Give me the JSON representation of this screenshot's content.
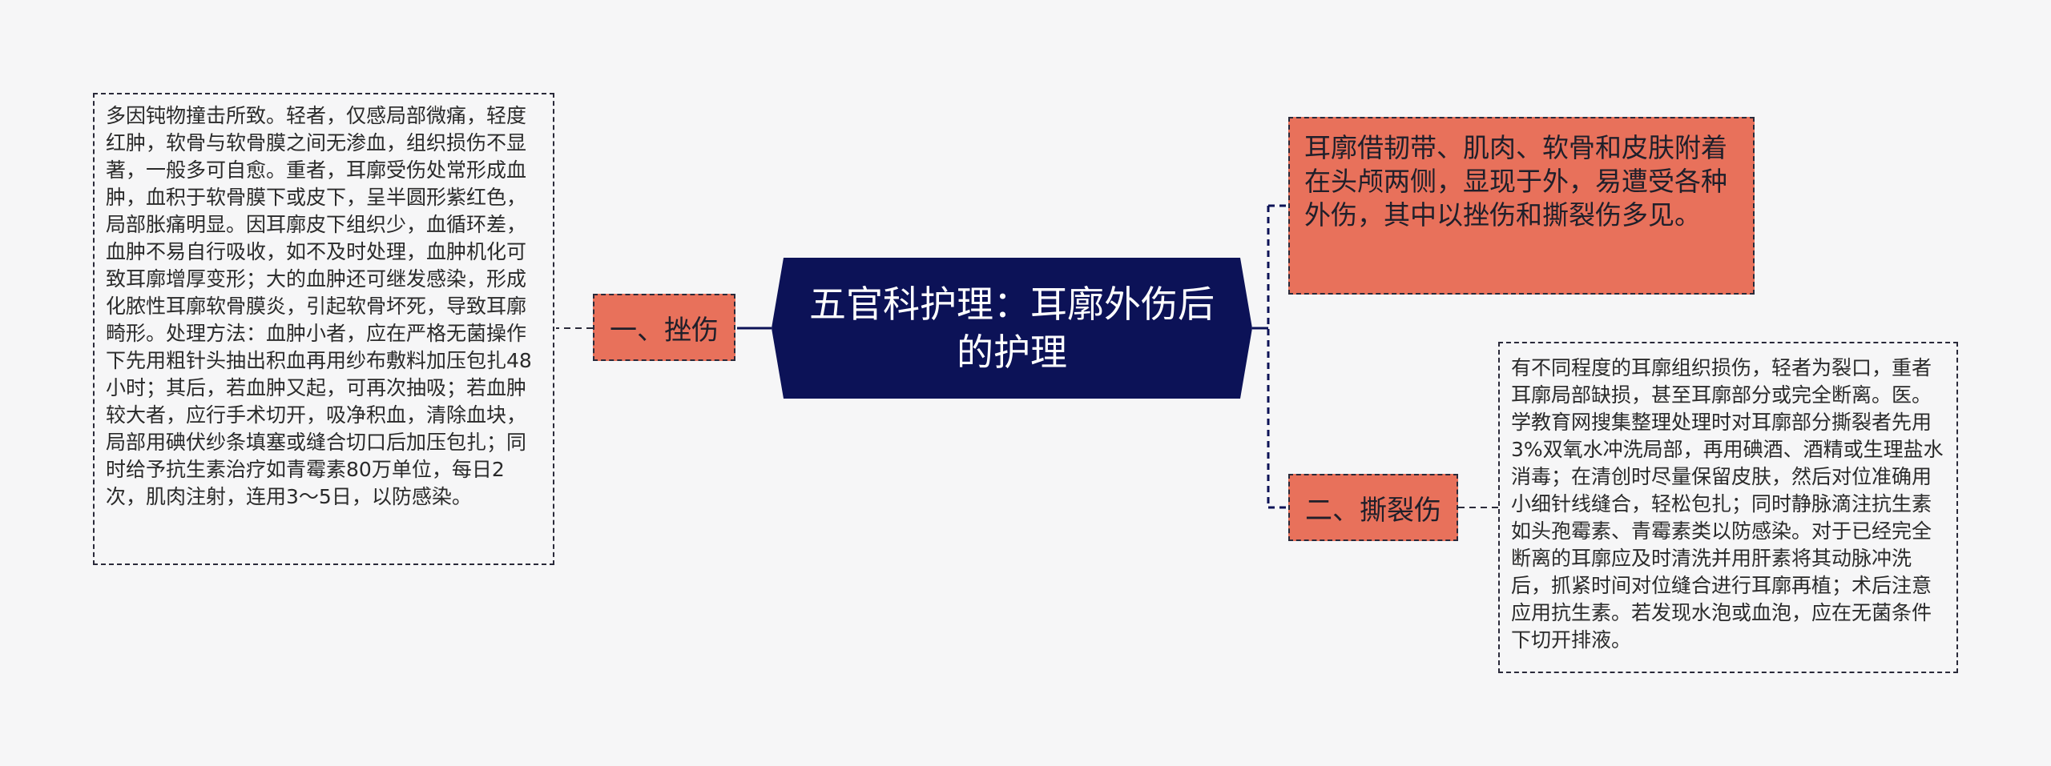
{
  "mindmap": {
    "root": {
      "title": "五官科护理：耳廓外伤后的护理",
      "color": "#0c1257"
    },
    "branches": [
      {
        "label": "一、挫伤",
        "detail": "多因钝物撞击所致。轻者，仅感局部微痛，轻度红肿，软骨与软骨膜之间无渗血，组织损伤不显著，一般多可自愈。重者，耳廓受伤处常形成血肿，血积于软骨膜下或皮下，呈半圆形紫红色，局部胀痛明显。因耳廓皮下组织少，血循环差，血肿不易自行吸收，如不及时处理，血肿机化可致耳廓增厚变形；大的血肿还可继发感染，形成化脓性耳廓软骨膜炎，引起软骨坏死，导致耳廓畸形。处理方法：血肿小者，应在严格无菌操作下先用粗针头抽出积血再用纱布敷料加压包扎48小时；其后，若血肿又起，可再次抽吸；若血肿较大者，应行手术切开，吸净积血，清除血块，局部用碘伏纱条填塞或缝合切口后加压包扎；同时给予抗生素治疗如青霉素80万单位，每日2次，肌肉注射，连用3～5日，以防感染。"
      },
      {
        "label": "二、撕裂伤",
        "detail": "有不同程度的耳廓组织损伤，轻者为裂口，重者耳廓局部缺损，甚至耳廓部分或完全断离。医。学教育网搜集整理处理时对耳廓部分撕裂者先用3%双氧水冲洗局部，再用碘酒、酒精或生理盐水消毒；在清创时尽量保留皮肤，然后对位准确用小细针线缝合，轻松包扎；同时静脉滴注抗生素如头孢霉素、青霉素类以防感染。对于已经完全断离的耳廓应及时清洗并用肝素将其动脉冲洗后，抓紧时间对位缝合进行耳廓再植；术后注意应用抗生素。若发现水泡或血泡，应在无菌条件下切开排液。"
      }
    ],
    "info": "耳廓借韧带、肌肉、软骨和皮肤附着在头颅两侧，显现于外，易遭受各种外伤，其中以挫伤和撕裂伤多见。",
    "colors": {
      "background": "#f6f6f7",
      "branch_fill": "#e8715b",
      "connector": "#0c1257",
      "dashed_border": "#2a2a3a"
    }
  }
}
